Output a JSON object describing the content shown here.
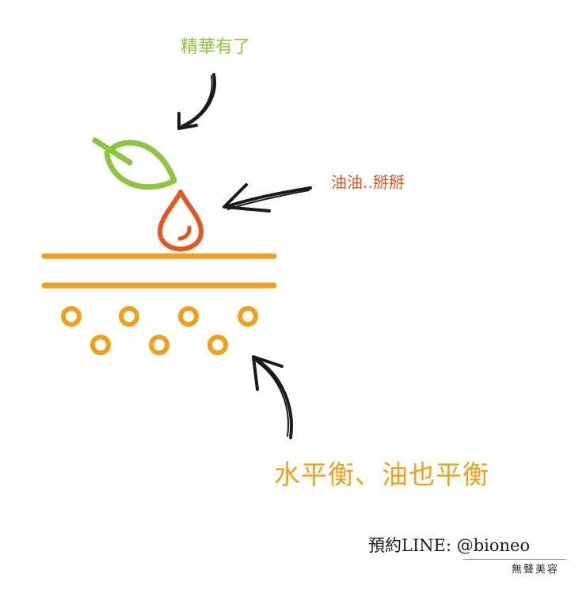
{
  "labels": {
    "essence": "精華有了",
    "oil": "油油..掰掰",
    "balance": "水平衡、油也平衡",
    "line_id": "預約LINE: @bioneo",
    "signature": "無聲美容"
  },
  "colors": {
    "leaf_green": "#8cc63f",
    "drop_orange": "#e4571e",
    "skin_orange": "#f0a01a",
    "balance_orange": "#f0a01a",
    "arrow_black": "#1a1a1a"
  },
  "icons": [
    "leaf-icon",
    "oil-drop-icon",
    "skin-layer-line",
    "pore-circle-icon",
    "arrow-icon"
  ]
}
